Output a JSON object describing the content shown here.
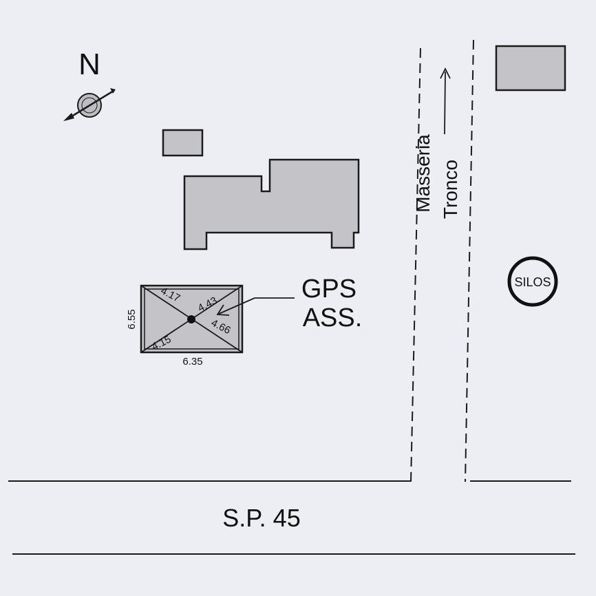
{
  "compass": {
    "label": "N",
    "icon": "north-arrow-icon"
  },
  "buildings": {
    "main_farmhouse": "building-main",
    "annex": "building-small",
    "outbuilding_ne": "building-northeast"
  },
  "gps_site": {
    "label_line1": "GPS",
    "label_line2": "ASS.",
    "dimensions": {
      "left_side": "6.55",
      "bottom_side": "6.35",
      "diag_top_left": "4.17",
      "diag_top_right": "4.43",
      "diag_bottom_left": "4.15",
      "diag_bottom_right": "4.66"
    }
  },
  "roads": {
    "side_road_line1": "Masseria",
    "side_road_line2": "Tronco",
    "main_road": "S.P. 45"
  },
  "silos": {
    "label": "SILOS"
  },
  "colors": {
    "background": "#ededf4",
    "building_fill": "#c4c4c8",
    "ink": "#1a1a1a"
  }
}
